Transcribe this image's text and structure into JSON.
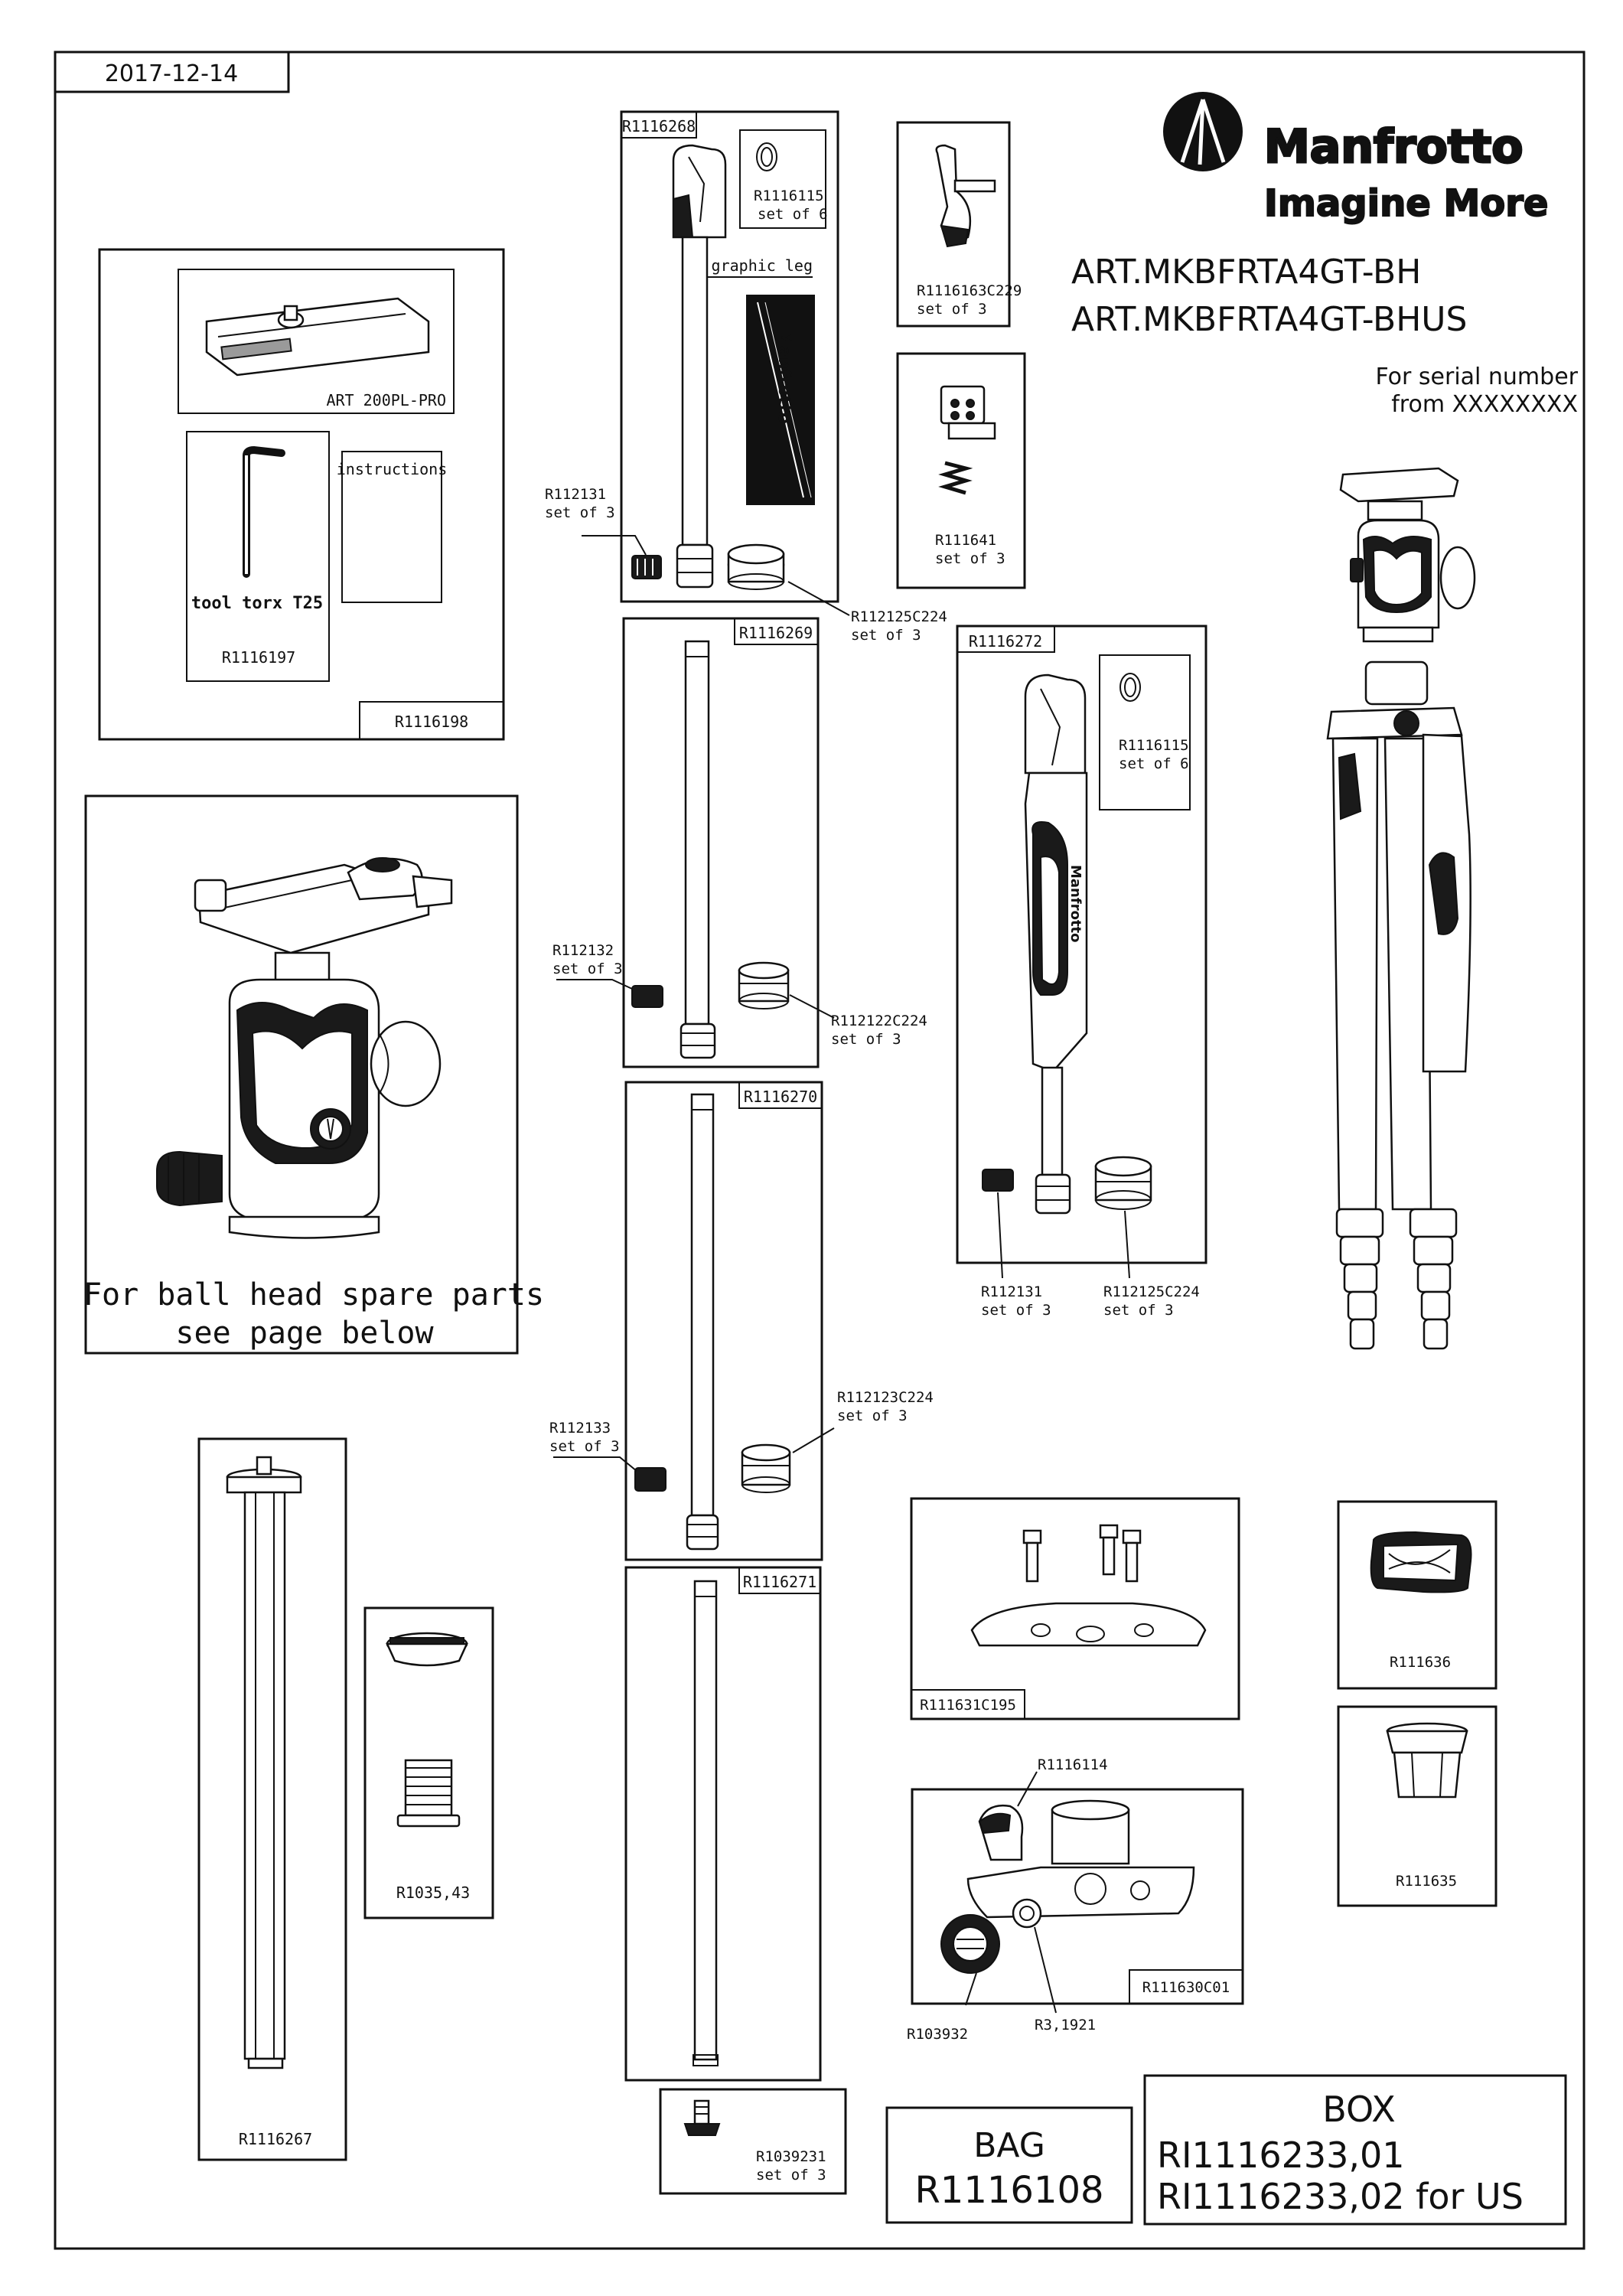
{
  "date": "2017-12-14",
  "brand": {
    "name": "Manfrotto",
    "tagline": "Imagine More"
  },
  "articles": [
    "ART.MKBFRTA4GT-BH",
    "ART.MKBFRTA4GT-BHUS"
  ],
  "serial": [
    "For serial number",
    "from XXXXXXXX"
  ],
  "accessories_box": {
    "code": "R1116198",
    "plate": "ART 200PL-PRO",
    "tool": "tool torx T25",
    "tool_code": "R1116197",
    "instructions": "instructions"
  },
  "ball_head": {
    "note": [
      "For ball head spare parts",
      "see page below"
    ]
  },
  "leg_top": {
    "code": "R1116268",
    "graphic": "graphic leg",
    "ring_code": "R1116115",
    "ring_qty": "set of 6",
    "lock_code": "R112131",
    "lock_qty": "set of 3",
    "collar_code": "R112125C224",
    "collar_qty": "set of 3"
  },
  "angle_lever": {
    "code": "R1116163C229",
    "qty": "set of 3"
  },
  "spring_lock": {
    "code": "R111641",
    "qty": "set of 3"
  },
  "leg_2": {
    "code": "R1116269",
    "lock_code": "R112132",
    "lock_qty": "set of 3",
    "collar_code": "R112122C224",
    "collar_qty": "set of 3"
  },
  "leg_3": {
    "code": "R1116270",
    "lock_code": "R112133",
    "lock_qty": "set of 3",
    "collar_code": "R112123C224",
    "collar_qty": "set of 3"
  },
  "leg_4": {
    "code": "R1116271"
  },
  "foam_leg": {
    "code": "R1116272",
    "ring_code": "R1116115",
    "ring_qty": "set of 6",
    "lock_code": "R112131",
    "lock_qty": "set of 3",
    "collar_code": "R112125C224",
    "collar_qty": "set of 3"
  },
  "column": {
    "code": "R1116267"
  },
  "column_parts": {
    "code": "R1035,43"
  },
  "feet": {
    "code": "R1039231",
    "qty": "set of 3"
  },
  "spider_plate": {
    "code": "R111631C195"
  },
  "spider": {
    "code": "R111630C01",
    "lever_code": "R1116114",
    "knob_code": "R103932",
    "screw_code": "R3,1921"
  },
  "strap": {
    "code": "R111636"
  },
  "hook": {
    "code": "R111635"
  },
  "bag": {
    "label": "BAG",
    "code": "R1116108"
  },
  "box": {
    "label": "BOX",
    "codes": [
      "RI1116233,01",
      "RI1116233,02 for US"
    ]
  }
}
